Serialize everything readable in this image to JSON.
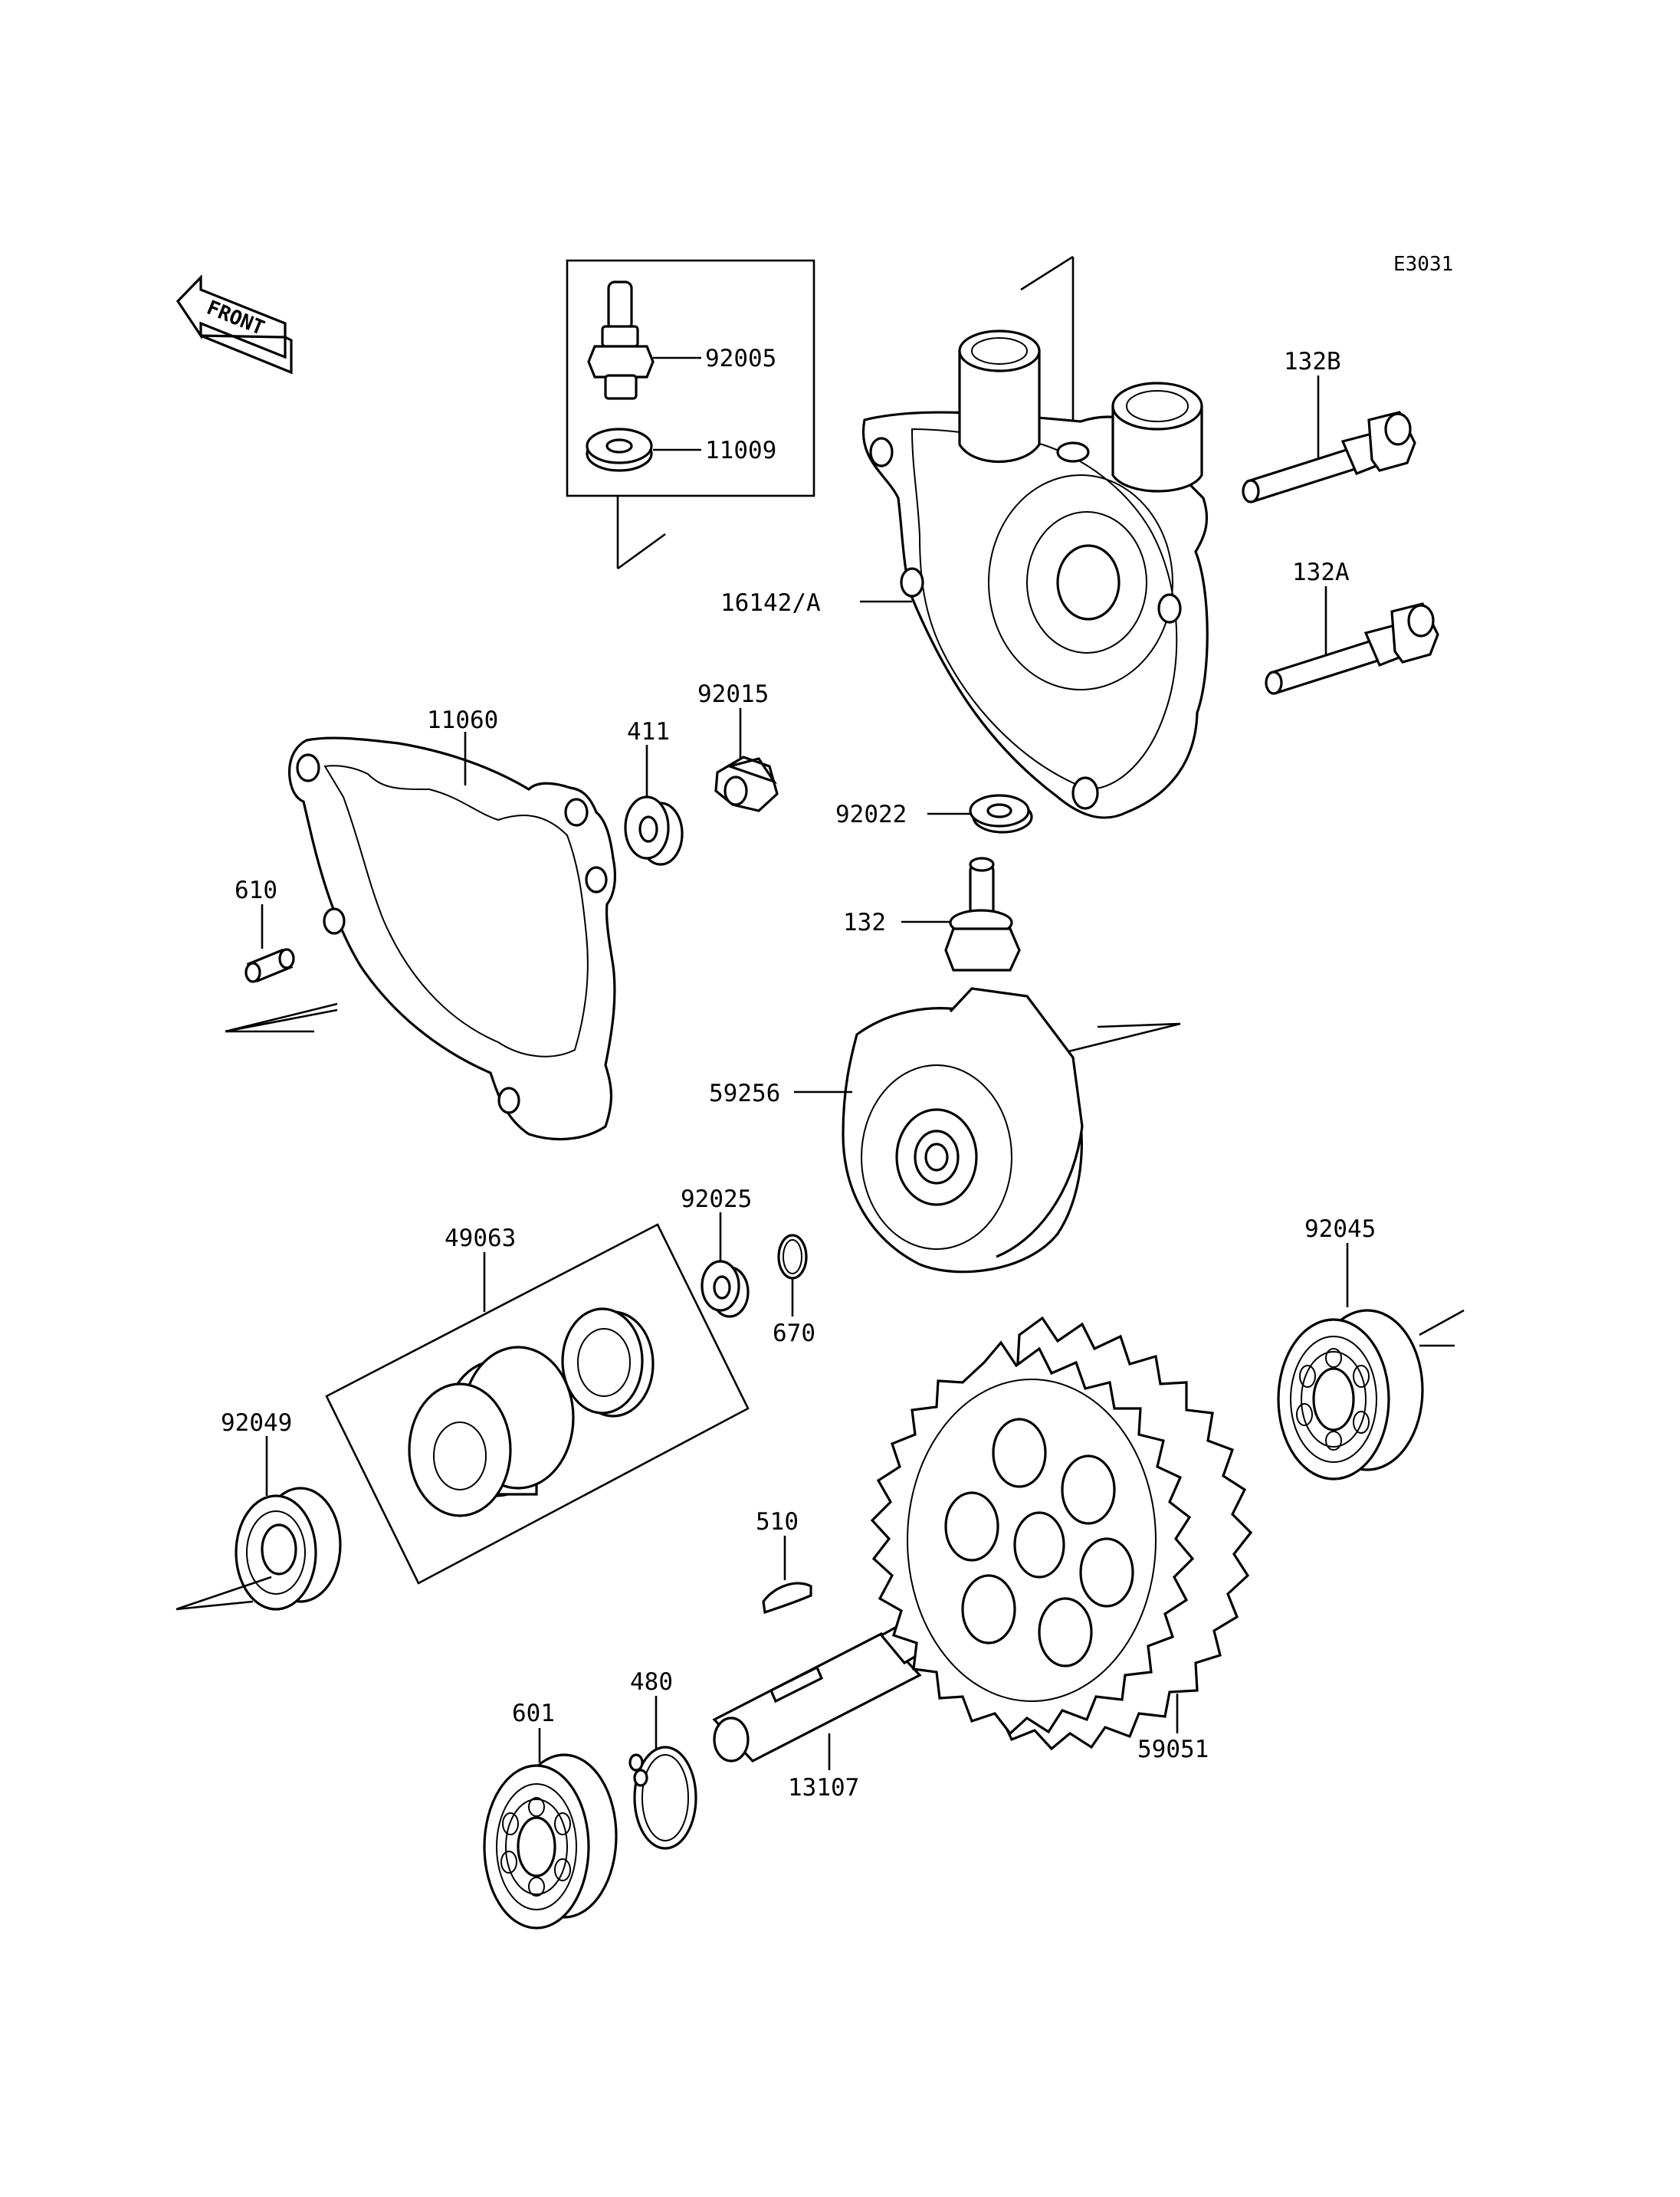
{
  "diagram_code": "E3031",
  "front_label": "FRONT",
  "parts": {
    "p92005": "92005",
    "p11009": "11009",
    "p132B": "132B",
    "p132A": "132A",
    "p16142A": "16142/A",
    "p92015": "92015",
    "p11060": "11060",
    "p411": "411",
    "p92022": "92022",
    "p610": "610",
    "p132": "132",
    "p59256": "59256",
    "p92025": "92025",
    "p49063": "49063",
    "p670": "670",
    "p92045": "92045",
    "p92049": "92049",
    "p510": "510",
    "p480": "480",
    "p601": "601",
    "p13107": "13107",
    "p59051": "59051"
  }
}
